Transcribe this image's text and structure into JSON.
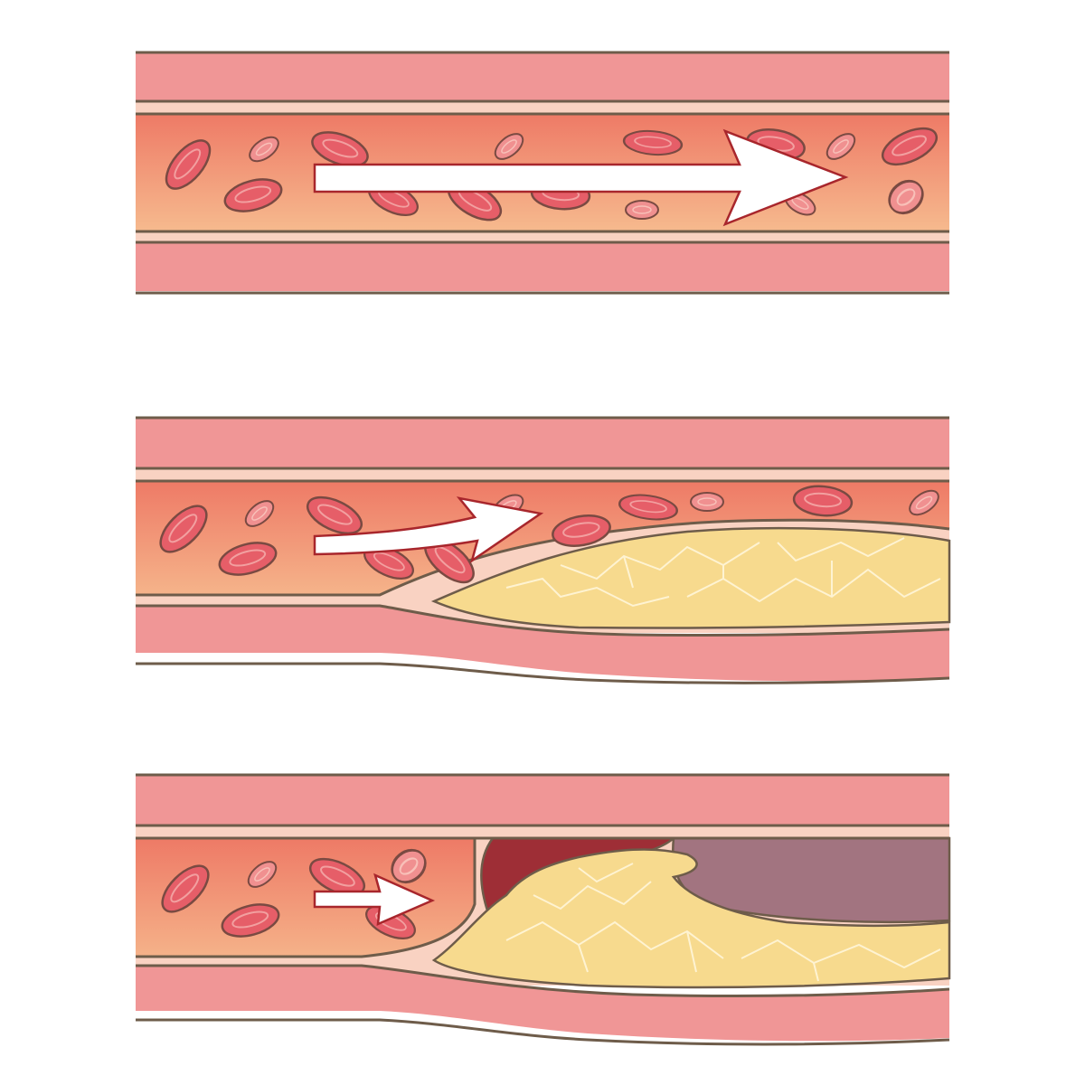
{
  "colors": {
    "wall": "#F09696",
    "wall_line": "#6E5C4A",
    "intima": "#F9D2C2",
    "lumen_top": "#EE7C68",
    "lumen_bottom": "#F6B88C",
    "cell": "#E8606A",
    "cell_edge": "#8A4A44",
    "plaque": "#F7DA8E",
    "clot": "#9E2E36",
    "hemorrhage": "#A27480",
    "arrow_fill": "#FFFFFF",
    "arrow_edge": "#A8262C"
  },
  "panels": [
    {
      "id": "normal-artery",
      "flow_strength": 1.0
    },
    {
      "id": "narrowed-artery",
      "flow_strength": 0.6
    },
    {
      "id": "ruptured-plaque-artery",
      "flow_strength": 0.3
    }
  ]
}
